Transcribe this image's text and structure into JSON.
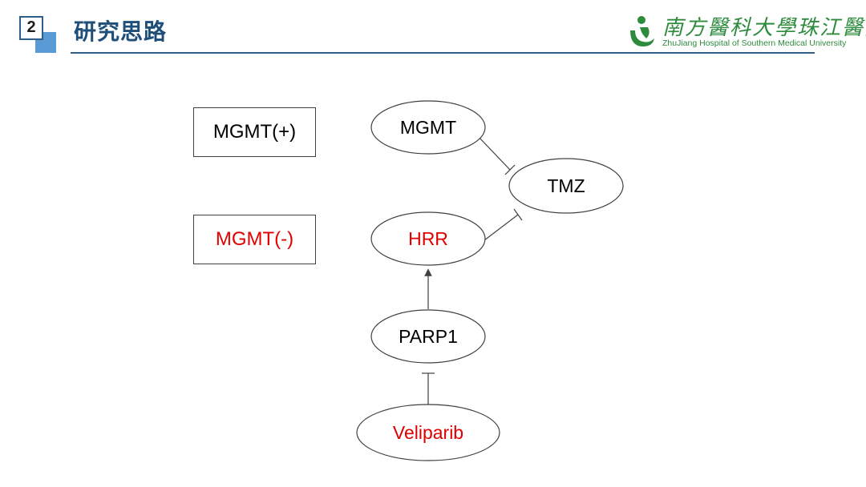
{
  "header": {
    "section_number": "2",
    "title": "研究思路",
    "logo_cn": "南方醫科大學珠江醫院",
    "logo_en": "ZhuJiang Hospital  of Southern Medical University",
    "accent_color": "#1f4e79",
    "logo_color": "#2e8b3e"
  },
  "side_boxes": {
    "positive": "MGMT(+)",
    "negative": "MGMT(-)"
  },
  "nodes": {
    "mgmt": "MGMT",
    "tmz": "TMZ",
    "hrr": "HRR",
    "parp1": "PARP1",
    "veliparib": "Veliparib"
  },
  "colors": {
    "black_text": "#000000",
    "red_text": "#e00000",
    "line": "#404040"
  },
  "edges": [
    {
      "from": "MGMT",
      "to": "TMZ",
      "type": "inhibition"
    },
    {
      "from": "HRR",
      "to": "TMZ",
      "type": "inhibition"
    },
    {
      "from": "PARP1",
      "to": "HRR",
      "type": "activation"
    },
    {
      "from": "Veliparib",
      "to": "PARP1",
      "type": "inhibition"
    }
  ]
}
